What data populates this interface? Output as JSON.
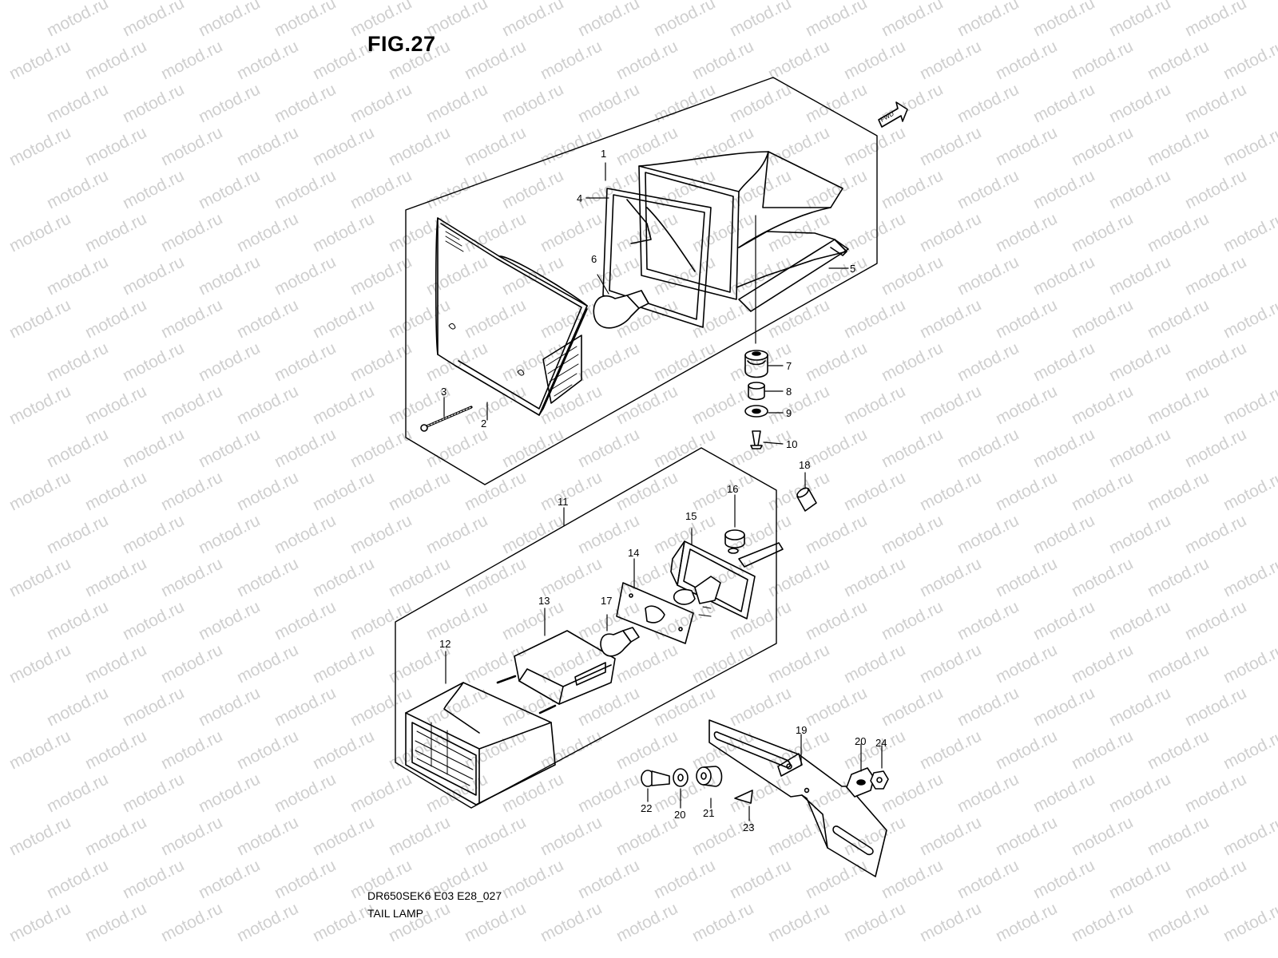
{
  "figure": {
    "title": "FIG.27"
  },
  "footer": {
    "model_code": "DR650SEK6 E03 E28_027",
    "caption": "TAIL LAMP"
  },
  "watermark": {
    "text": "motod.ru",
    "color": "#cfcfcf"
  },
  "fwd_label": "FWD",
  "callouts": [
    "1",
    "2",
    "3",
    "4",
    "5",
    "6",
    "7",
    "8",
    "9",
    "10",
    "11",
    "12",
    "13",
    "14",
    "15",
    "16",
    "17",
    "18",
    "19",
    "20",
    "20",
    "21",
    "22",
    "23",
    "24"
  ],
  "colors": {
    "line": "#000000",
    "background": "#ffffff"
  }
}
